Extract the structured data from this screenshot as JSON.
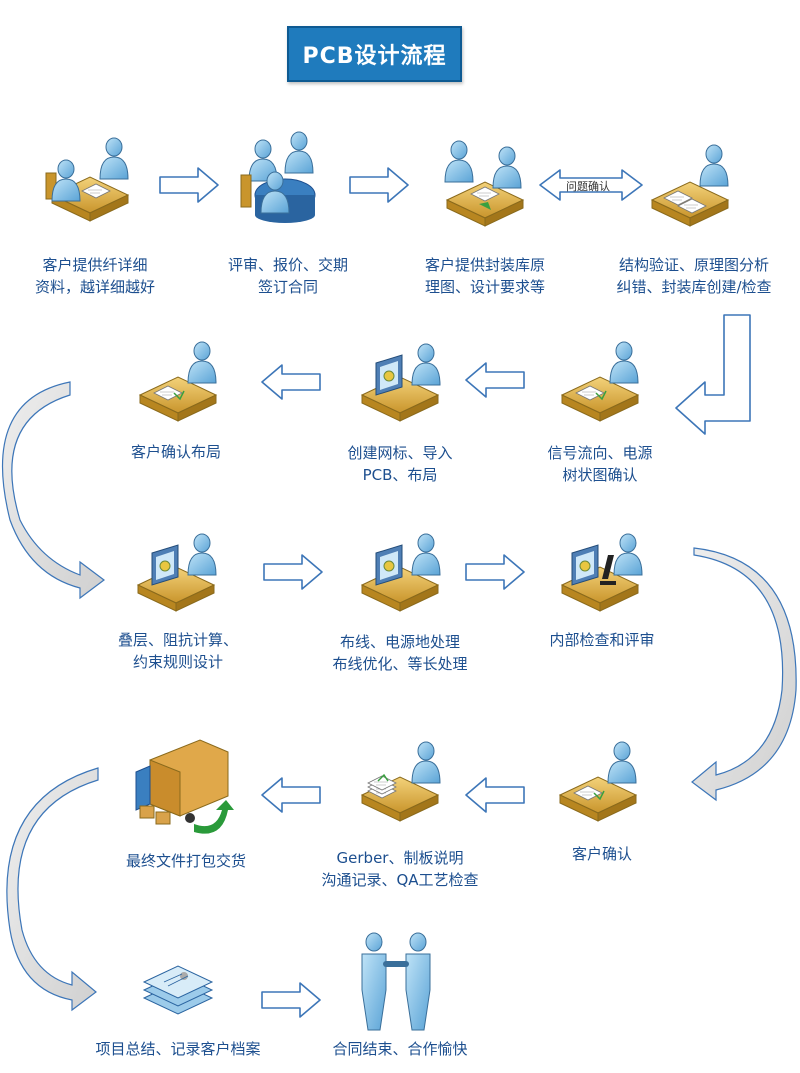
{
  "title": "PCB设计流程",
  "arrow_note": "问题确认",
  "steps": [
    {
      "line1": "客户提供纤详细",
      "line2": "资料，越详细越好",
      "icon": "meeting-icon"
    },
    {
      "line1": "评审、报价、交期",
      "line2": "签订合同",
      "icon": "round-table-meeting-icon"
    },
    {
      "line1": "客户提供封装库原",
      "line2": "理图、设计要求等",
      "icon": "document-handover-icon"
    },
    {
      "line1": "结构验证、原理图分析",
      "line2": "纠错、封装库创建/检查",
      "icon": "desk-review-icon"
    },
    {
      "line1": "信号流向、电源",
      "line2": "树状图确认",
      "icon": "desk-drawing-icon"
    },
    {
      "line1": "创建网标、导入",
      "line2": "PCB、布局",
      "icon": "computer-work-icon"
    },
    {
      "line1": "客户确认布局",
      "line2": "",
      "icon": "desk-drawing-icon"
    },
    {
      "line1": "叠层、阻抗计算、",
      "line2": "约束规则设计",
      "icon": "computer-work-icon"
    },
    {
      "line1": "布线、电源地处理",
      "line2": "布线优化、等长处理",
      "icon": "computer-work-icon"
    },
    {
      "line1": "内部检查和评审",
      "line2": "",
      "icon": "microscope-inspection-icon"
    },
    {
      "line1": "客户确认",
      "line2": "",
      "icon": "desk-drawing-icon"
    },
    {
      "line1": "Gerber、制板说明",
      "line2": "沟通记录、QA工艺检查",
      "icon": "document-stack-icon"
    },
    {
      "line1": "最终文件打包交货",
      "line2": "",
      "icon": "delivery-truck-icon"
    },
    {
      "line1": "项目总结、记录客户档案",
      "line2": "",
      "icon": "archive-documents-icon"
    },
    {
      "line1": "合同结束、合作愉快",
      "line2": "",
      "icon": "handshake-icon"
    }
  ],
  "colors": {
    "title_bg": "#1f7bbd",
    "label_text": "#1d4f8f",
    "person": "#8ec6e8",
    "desk": "#e0b84a",
    "arrow_outline": "#3d76b8"
  }
}
